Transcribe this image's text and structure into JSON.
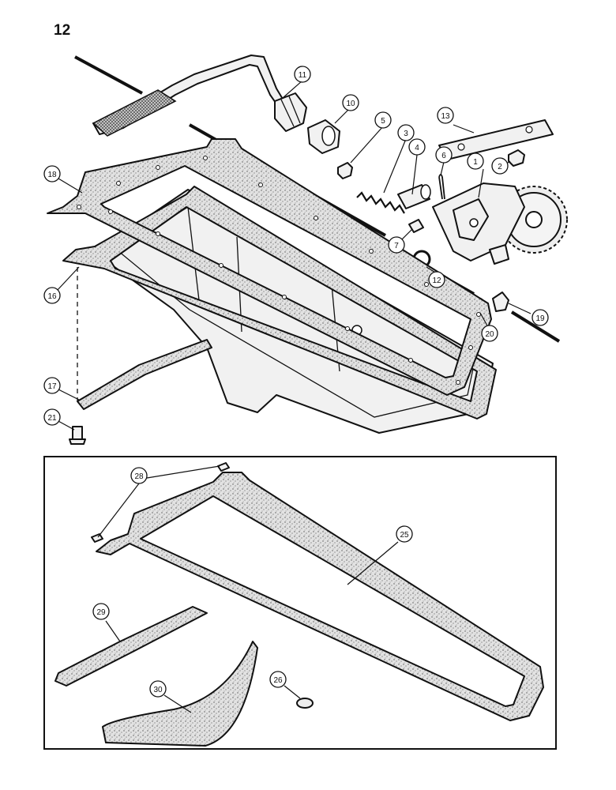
{
  "page": {
    "number": "12"
  },
  "callouts": {
    "c1": "1",
    "c2": "2",
    "c3": "3",
    "c4": "4",
    "c5": "5",
    "c6": "6",
    "c7": "7",
    "c10": "10",
    "c11": "11",
    "c12": "12",
    "c13": "13",
    "c16": "16",
    "c17": "17",
    "c18": "18",
    "c19": "19",
    "c20": "20",
    "c21": "21",
    "c25": "25",
    "c26": "26",
    "c28": "28",
    "c29": "29",
    "c30": "30"
  },
  "colors": {
    "ink": "#111111",
    "paper": "#ffffff",
    "gasket_fill": "#dcdcdc"
  }
}
